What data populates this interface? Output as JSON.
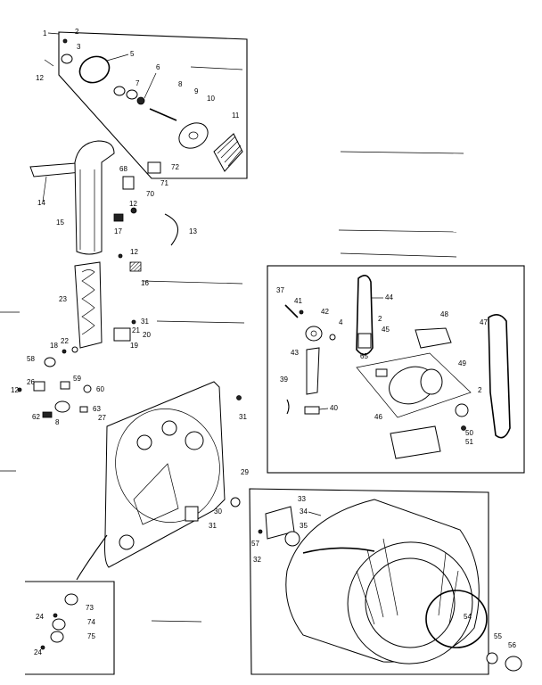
{
  "labels": {
    "l1": "1",
    "l2a": "2",
    "l3": "3",
    "l5": "5",
    "l6": "6",
    "l7": "7",
    "l8": "8",
    "l9": "9",
    "l10": "10",
    "l11": "11",
    "l12a": "12",
    "l14": "14",
    "l15": "15",
    "l68": "68",
    "l72": "72",
    "l71": "71",
    "l70": "70",
    "l12b": "12",
    "l17": "17",
    "l13": "13",
    "l12c": "12",
    "l16": "16",
    "l23": "23",
    "l31a": "31",
    "l21": "21",
    "l20": "20",
    "l19": "19",
    "l22": "22",
    "l18": "18",
    "l58": "58",
    "l26": "26",
    "l12d": "12",
    "l59": "59",
    "l60": "60",
    "l62": "62",
    "l8b": "8",
    "l63": "63",
    "l27": "27",
    "l31b": "31",
    "l37": "37",
    "l41": "41",
    "l44": "44",
    "l42": "42",
    "l2b": "2",
    "l45": "45",
    "l4": "4",
    "l48": "48",
    "l47": "47",
    "l43": "43",
    "l65": "65",
    "l39": "39",
    "l40": "40",
    "l49": "49",
    "l2c": "2",
    "l46": "46",
    "l50": "50",
    "l51": "51",
    "l29": "29",
    "l33": "33",
    "l34a": "34",
    "l30": "30",
    "l35": "35",
    "l31c": "31",
    "l57": "57",
    "l32": "32",
    "l54": "54",
    "l55": "55",
    "l56": "56",
    "l73": "73",
    "l24a": "24",
    "l74": "74",
    "l24b": "24",
    "l75": "75"
  }
}
